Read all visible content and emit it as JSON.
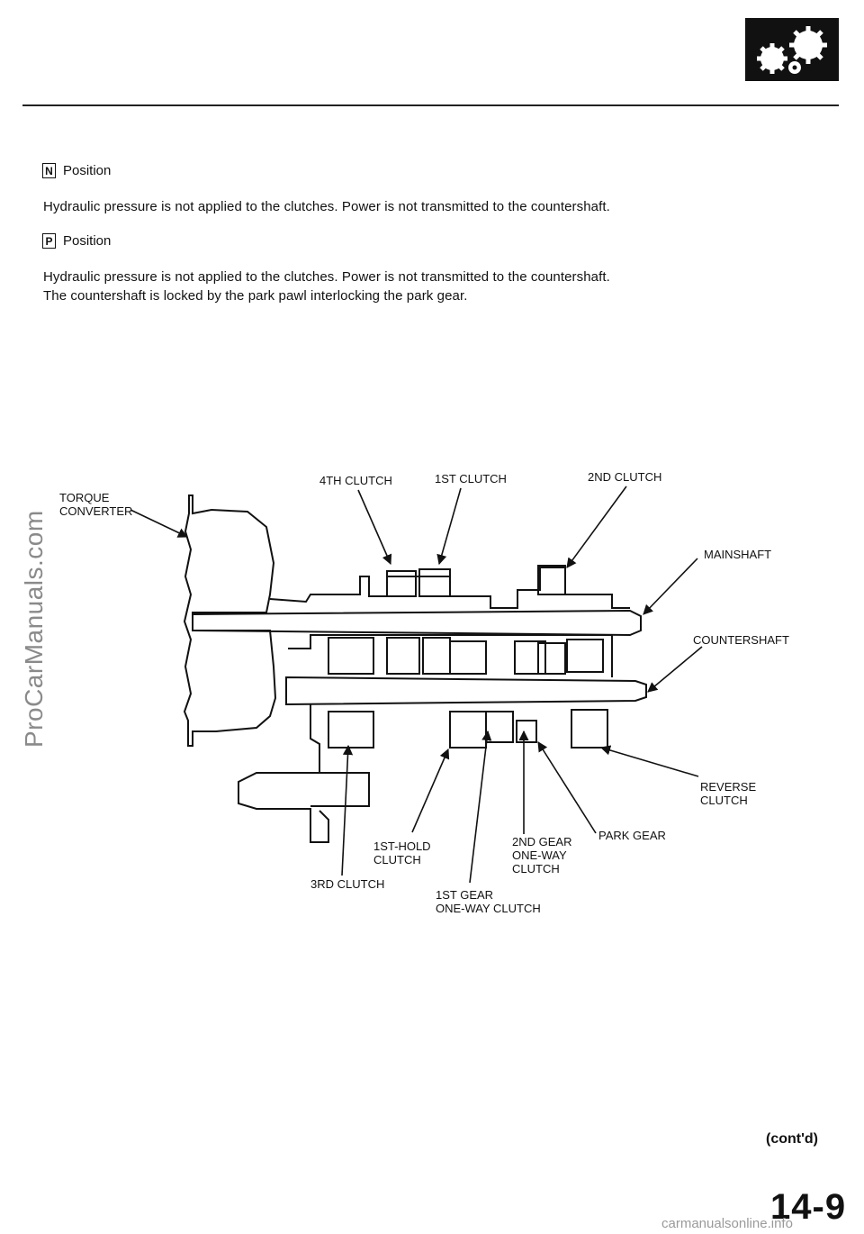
{
  "header": {
    "icon": "gear-icon"
  },
  "sections": [
    {
      "letter": "N",
      "title": "Position",
      "lines": [
        "Hydraulic pressure is not applied to the clutches. Power is not transmitted to the countershaft."
      ]
    },
    {
      "letter": "P",
      "title": "Position",
      "lines": [
        "Hydraulic pressure is not applied to the clutches. Power is not transmitted to the countershaft.",
        "The countershaft is locked by the park pawl interlocking the park gear."
      ]
    }
  ],
  "diagram": {
    "labels": {
      "torque_converter_1": "TORQUE",
      "torque_converter_2": "CONVERTER",
      "fourth_clutch": "4TH CLUTCH",
      "first_clutch": "1ST CLUTCH",
      "second_clutch": "2ND CLUTCH",
      "mainshaft": "MAINSHAFT",
      "countershaft": "COUNTERSHAFT",
      "reverse_clutch_1": "REVERSE",
      "reverse_clutch_2": "CLUTCH",
      "park_gear": "PARK GEAR",
      "second_gear_owc_1": "2ND GEAR",
      "second_gear_owc_2": "ONE-WAY",
      "second_gear_owc_3": "CLUTCH",
      "first_hold_clutch_1": "1ST-HOLD",
      "first_hold_clutch_2": "CLUTCH",
      "third_clutch": "3RD CLUTCH",
      "first_gear_owc_1": "1ST GEAR",
      "first_gear_owc_2": "ONE-WAY CLUTCH"
    }
  },
  "footer": {
    "contd": "(cont'd)",
    "page_number": "14-9",
    "watermark": "ProCarManuals.com",
    "url": "carmanualsonline.info"
  }
}
